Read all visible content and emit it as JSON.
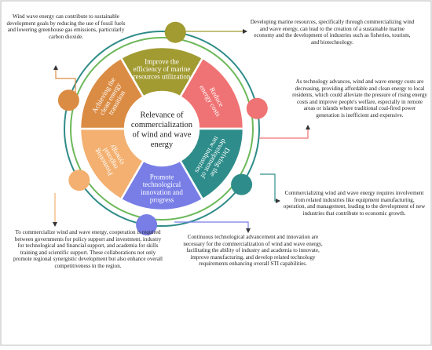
{
  "center": {
    "lines": [
      "Relevance of",
      "commercialization",
      "of wind and wave",
      "energy"
    ]
  },
  "segments": [
    {
      "id": "marine",
      "lines": [
        "Improve the",
        "efficiency of marine",
        "resources utilization"
      ],
      "color": "#a19b32"
    },
    {
      "id": "cost",
      "lines": [
        "Reduce",
        "energy costs"
      ],
      "color": "#ef7374"
    },
    {
      "id": "industries",
      "lines": [
        "Driving the",
        "development of",
        "new industries"
      ],
      "color": "#2e8d8a"
    },
    {
      "id": "innovation",
      "lines": [
        "Promote",
        "technological",
        "innovation and",
        "progress"
      ],
      "color": "#787ee6"
    },
    {
      "id": "regional",
      "lines": [
        "Promoting",
        "regional",
        "synergy"
      ],
      "color": "#f3b070"
    },
    {
      "id": "sdg",
      "lines": [
        "Achieving the",
        "clean energy",
        "transition"
      ],
      "color": "#db8c44"
    }
  ],
  "notes": {
    "sdg": "Wind wave energy can contribute to sustainable development goals by reducing the use of fossil fuels and lowering greenhouse gas emissions, particularly carbon dioxide.",
    "marine": "Developing marine resources, specifically through commercializing wind and wave energy, can lead to the creation of a sustainable marine economy and the development of industries such as fisheries, tourism, and biotechnology.",
    "cost": "As technology advances, wind and wave energy costs are decreasing, providing affordable and clean energy to local residents, which could alleviate the pressure of rising energy costs and improve people's welfare, especially in remote areas or islands where traditional coal-fired power generation is inefficient and expensive.",
    "industries": "Commercializing wind and wave energy requires involvement from related industries like equipment manufacturing, operation, and management, leading to the development of new industries that contribute to economic growth.",
    "innovation": "Continuous technological advancement and innovation are necessary for the commercialization of wind and wave energy, facilitating the ability of industry and academia to innovate, improve manufacturing, and develop related technology requirements enhancing overall STI capabilities.",
    "regional": "To commercialize wind and wave energy, cooperation is required between governments for policy support and investment, industry for technological and financial support, and academia for skills training and scientific support. These collaborations not only promote regional synergistic development but also enhance overall competitiveness in the region."
  },
  "colors": {
    "outer_ring": "#2f8c88",
    "inner_ring": "#6db85a",
    "arrow": "#333333",
    "border": "#bbbbbb"
  },
  "icons": {
    "node": "circle-marker",
    "connector": "elbow-arrow"
  }
}
